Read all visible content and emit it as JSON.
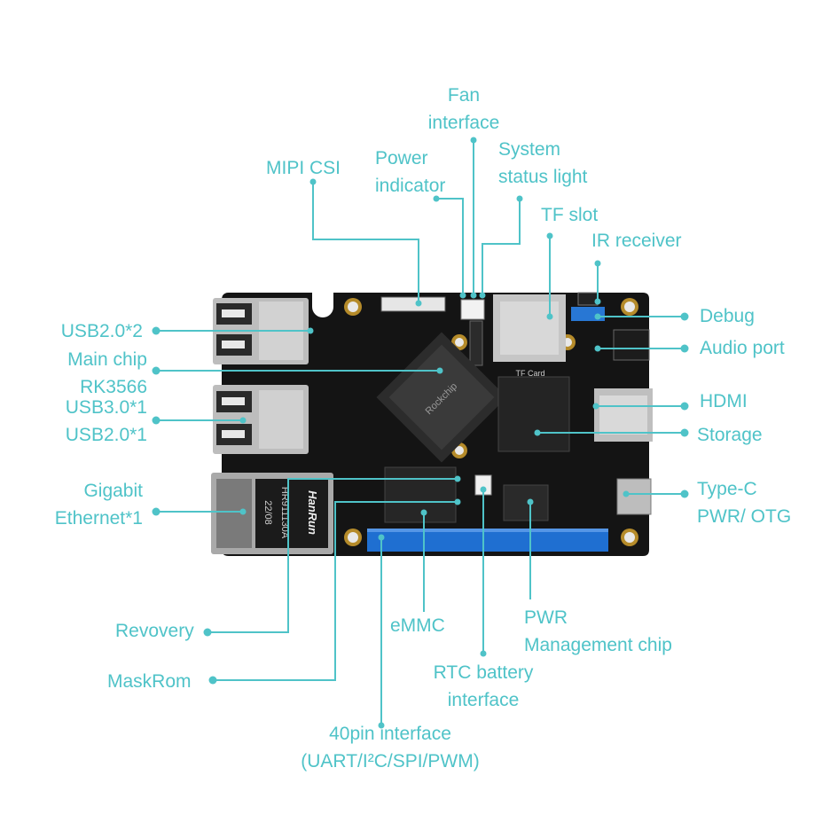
{
  "labels": {
    "fan": "Fan\ninterface",
    "power": "Power\nindicator",
    "mipi": "MIPI CSI",
    "system": "System\nstatus light",
    "tf": "TF slot",
    "ir": "IR receiver",
    "usb2x2": "USB2.0*2",
    "mainchip": "Main chip\nRK3566",
    "usb3": "USB3.0*1\nUSB2.0*1",
    "ethernet": "Gigabit\nEthernet*1",
    "debug": "Debug",
    "audio": "Audio port",
    "hdmi": "HDMI",
    "storage": "Storage",
    "typec": "Type-C\nPWR/ OTG",
    "recovery": "Revovery",
    "maskrom": "MaskRom",
    "emmc": "eMMC",
    "pwr": "PWR\nManagement chip",
    "rtc": "RTC battery\ninterface",
    "pin40": "40pin interface\n(UART/I²C/SPI/PWM)"
  },
  "board": {
    "tf_label": "TF Card",
    "eth_brand": "HanRun",
    "eth_model": "HR911130A",
    "eth_date": "22/08",
    "soc_brand": "Rockchip"
  },
  "colors": {
    "accent": "#4fc3c8",
    "pcb": "#141414",
    "header": "#1f6fd1",
    "metal": "#b9b9b9"
  }
}
